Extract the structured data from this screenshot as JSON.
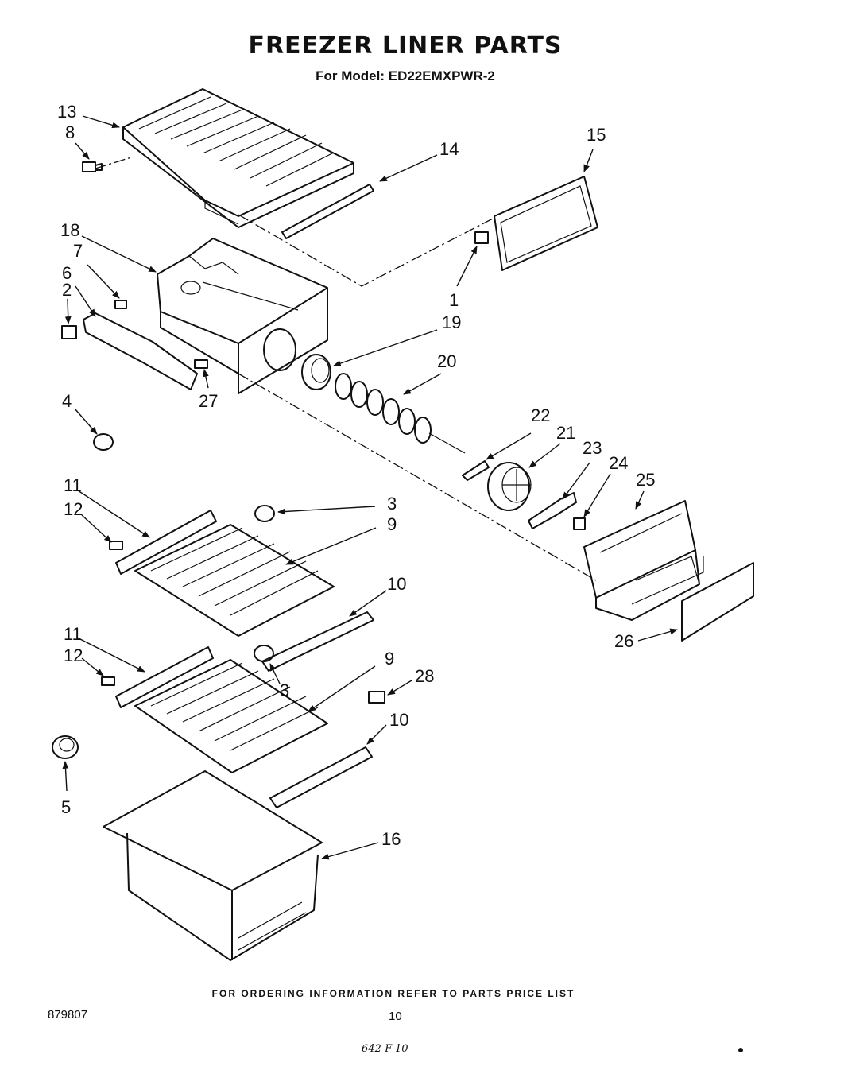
{
  "header": {
    "title": "FREEZER LINER PARTS",
    "model": "For Model: ED22EMXPWR-2"
  },
  "callouts": [
    {
      "id": "c13",
      "label": "13"
    },
    {
      "id": "c8",
      "label": "8"
    },
    {
      "id": "c14",
      "label": "14"
    },
    {
      "id": "c15",
      "label": "15"
    },
    {
      "id": "c18",
      "label": "18"
    },
    {
      "id": "c7",
      "label": "7"
    },
    {
      "id": "c6",
      "label": "6"
    },
    {
      "id": "c2",
      "label": "2"
    },
    {
      "id": "c1",
      "label": "1"
    },
    {
      "id": "c19",
      "label": "19"
    },
    {
      "id": "c20",
      "label": "20"
    },
    {
      "id": "c27",
      "label": "27"
    },
    {
      "id": "c4",
      "label": "4"
    },
    {
      "id": "c22",
      "label": "22"
    },
    {
      "id": "c21",
      "label": "21"
    },
    {
      "id": "c23",
      "label": "23"
    },
    {
      "id": "c24",
      "label": "24"
    },
    {
      "id": "c25",
      "label": "25"
    },
    {
      "id": "c11a",
      "label": "11"
    },
    {
      "id": "c12a",
      "label": "12"
    },
    {
      "id": "c3a",
      "label": "3"
    },
    {
      "id": "c9a",
      "label": "9"
    },
    {
      "id": "c10a",
      "label": "10"
    },
    {
      "id": "c26",
      "label": "26"
    },
    {
      "id": "c11b",
      "label": "11"
    },
    {
      "id": "c12b",
      "label": "12"
    },
    {
      "id": "c3b",
      "label": "3"
    },
    {
      "id": "c9b",
      "label": "9"
    },
    {
      "id": "c28",
      "label": "28"
    },
    {
      "id": "c10b",
      "label": "10"
    },
    {
      "id": "c5",
      "label": "5"
    },
    {
      "id": "c16",
      "label": "16"
    }
  ],
  "footer": {
    "note": "FOR ORDERING INFORMATION REFER TO PARTS PRICE LIST",
    "doc_number": "879807",
    "page_number": "10",
    "handwritten": "642-F-10"
  }
}
